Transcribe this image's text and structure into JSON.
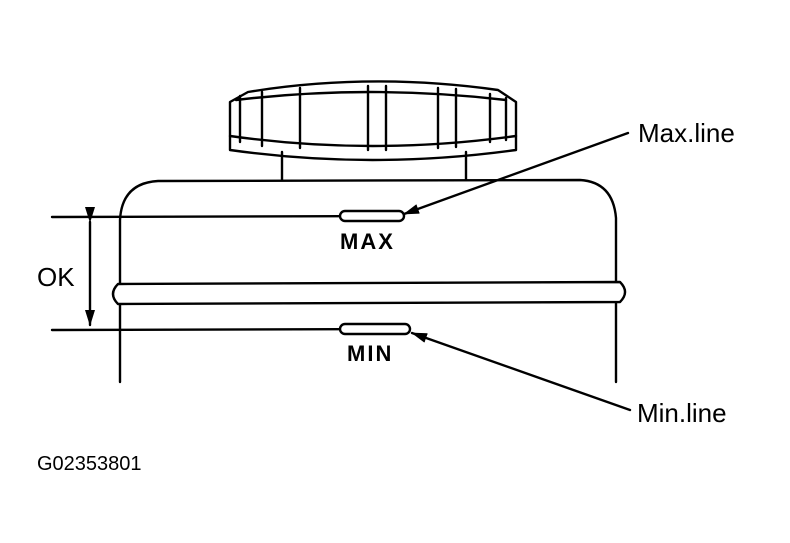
{
  "labels": {
    "max_callout": "Max.line",
    "min_callout": "Min.line",
    "max_mark": "MAX",
    "min_mark": "MIN",
    "range": "OK",
    "figure_code": "G02353801"
  },
  "colors": {
    "line": "#000000",
    "background": "#ffffff"
  }
}
